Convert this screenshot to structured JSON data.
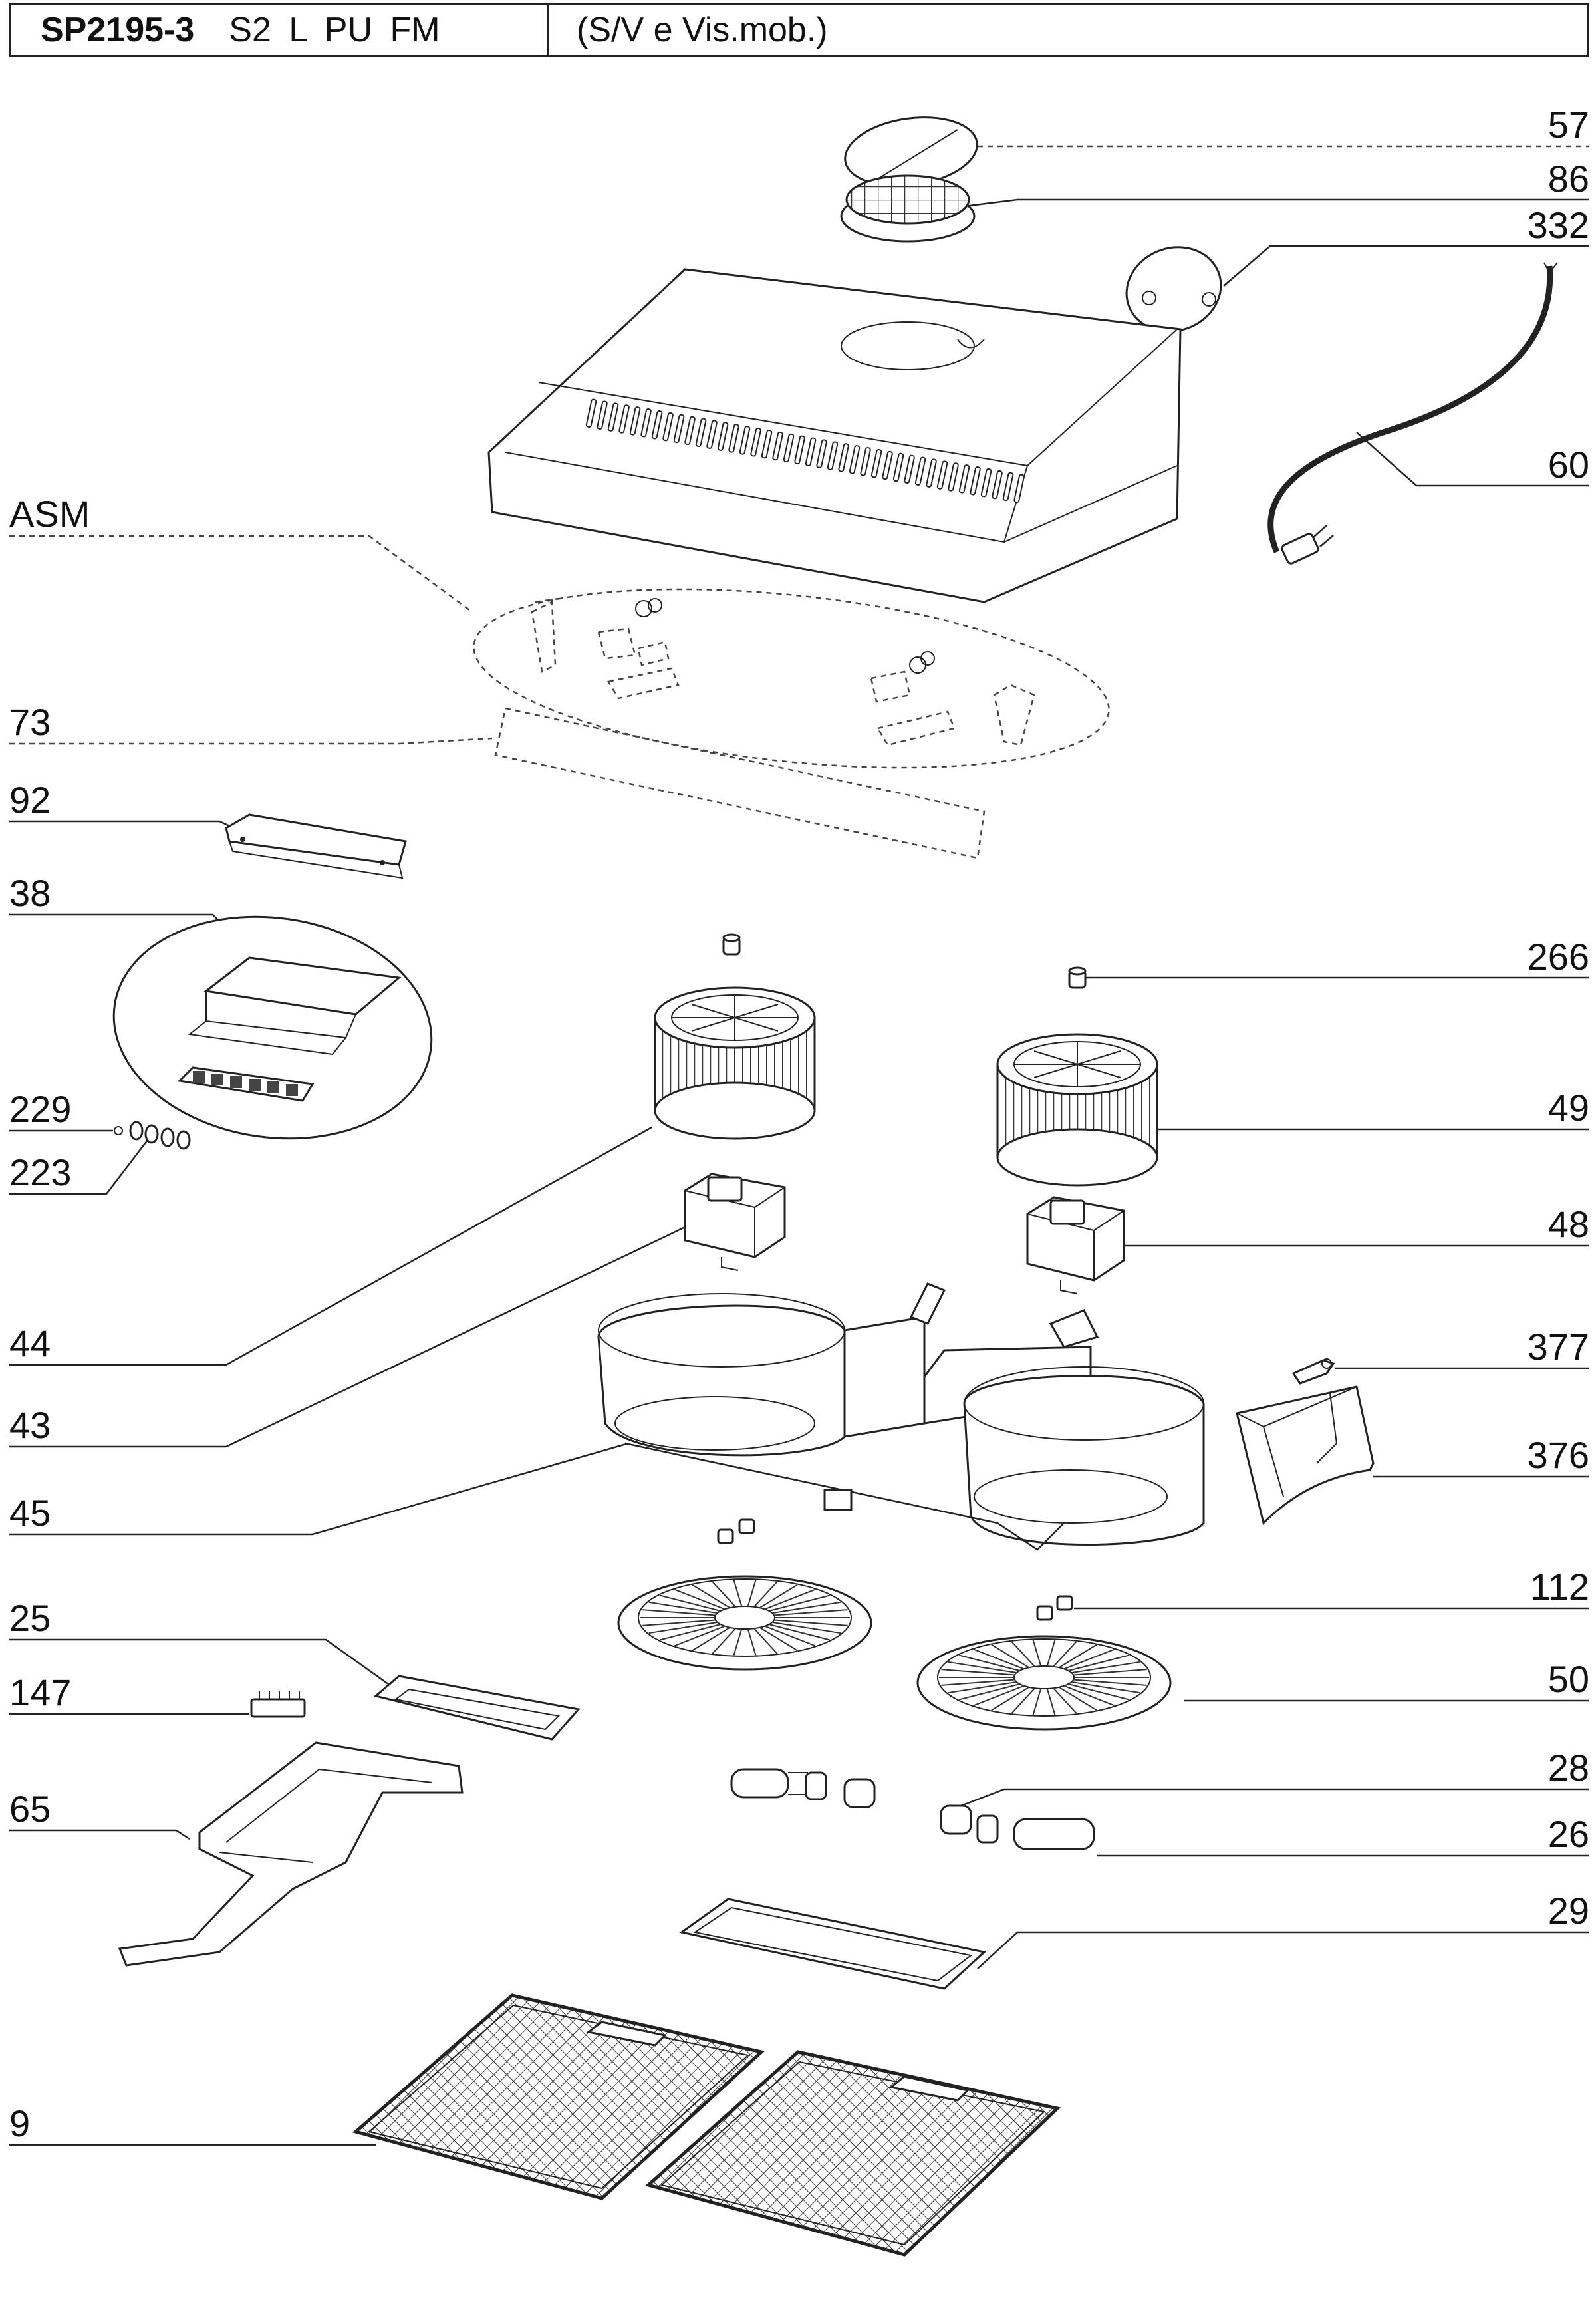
{
  "header": {
    "code": "SP2195-3",
    "variant": "S2 L PU FM",
    "description": "(S/V e Vis.mob.)"
  },
  "callouts": {
    "c57": "57",
    "c86": "86",
    "c332": "332",
    "c60": "60",
    "cASM": "ASM",
    "c73": "73",
    "c92": "92",
    "c38": "38",
    "c229": "229",
    "c223": "223",
    "c266": "266",
    "c49": "49",
    "c48": "48",
    "c44": "44",
    "c43": "43",
    "c377": "377",
    "c376": "376",
    "c45": "45",
    "c112": "112",
    "c25": "25",
    "c147": "147",
    "c50": "50",
    "c28": "28",
    "c65": "65",
    "c26": "26",
    "c29": "29",
    "c9": "9"
  }
}
